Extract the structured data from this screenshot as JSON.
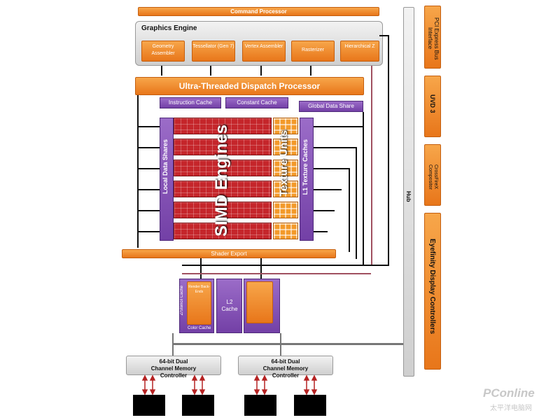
{
  "command_processor": "Command Processor",
  "graphics_engine": {
    "title": "Graphics Engine",
    "blocks": [
      "Geometry Assembler",
      "Tessellator (Gen 7)",
      "Vertex Assembler",
      "Rasterizer",
      "Hierarchical Z"
    ]
  },
  "dispatch": "Ultra-Threaded Dispatch Processor",
  "instruction_cache": "Instruction Cache",
  "constant_cache": "Constant Cache",
  "global_data_share": "Global Data Share",
  "local_data_shares": "Local Data Shares",
  "simd_engines": "SIMD Engines",
  "texture_units": "Texture Units",
  "l1_texture_caches": "L1 Texture Caches",
  "shader_export": "Shader Export",
  "l2_cache": "L2 Cache",
  "render_backends": "Render Back-Ends",
  "z_stencil_cache": "Z/Stencil Cache",
  "color_cache": "Color Cache",
  "memory_controllers": [
    "64-bit Dual Channel Memory Controller",
    "64-bit Dual Channel Memory Controller"
  ],
  "hub": "Hub",
  "right_blocks": [
    "PCI Express Bus Interface",
    "UVD 3",
    "CrossFireX Compositor",
    "Eyefinity Display Controllers"
  ],
  "watermark": "PConline",
  "watermark_sub": "太平洋电脑网",
  "colors": {
    "orange": "#e8761a",
    "purple": "#7340a6",
    "red": "#c5262b",
    "gray": "#d0d0d0"
  }
}
